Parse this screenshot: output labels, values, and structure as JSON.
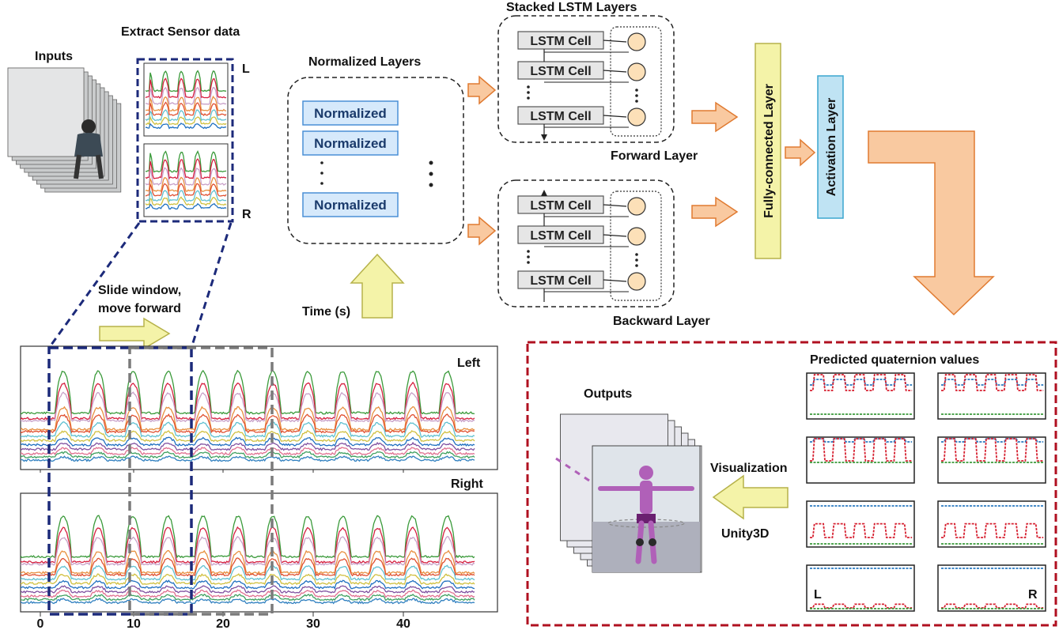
{
  "labels": {
    "inputs": "Inputs",
    "extract": "Extract Sensor data",
    "L": "L",
    "R": "R",
    "normalized_layers": "Normalized Layers",
    "normalized": "Normalized",
    "stacked": "Stacked LSTM Layers",
    "lstm_cell": "LSTM Cell",
    "forward_layer": "Forward Layer",
    "backward_layer": "Backward Layer",
    "fully_connected": "Fully-connected Layer",
    "activation": "Activation Layer",
    "slide_line1": "Slide window,",
    "slide_line2": "move forward",
    "time": "Time (s)",
    "left": "Left",
    "right": "Right",
    "outputs": "Outputs",
    "visualization": "Visualization",
    "unity": "Unity3D",
    "predicted": "Predicted quaternion values",
    "pL": "L",
    "pR": "R"
  },
  "axis_ticks": [
    "0",
    "10",
    "20",
    "30",
    "40"
  ],
  "colors": {
    "window_blue": "#1c2a7a",
    "window_gray": "#7a7a7a",
    "output_red": "#b01020",
    "arrow_fill": "#f9c9a0",
    "arrow_stroke": "#e07a30",
    "yellow_fill": "#f4f3a8",
    "yellow_stroke": "#b6b24a",
    "activation_fill": "#bfe3f3",
    "activation_stroke": "#3aa6cf",
    "normalized_fill": "#d6e9fb",
    "normalized_stroke": "#4a8fd6"
  }
}
